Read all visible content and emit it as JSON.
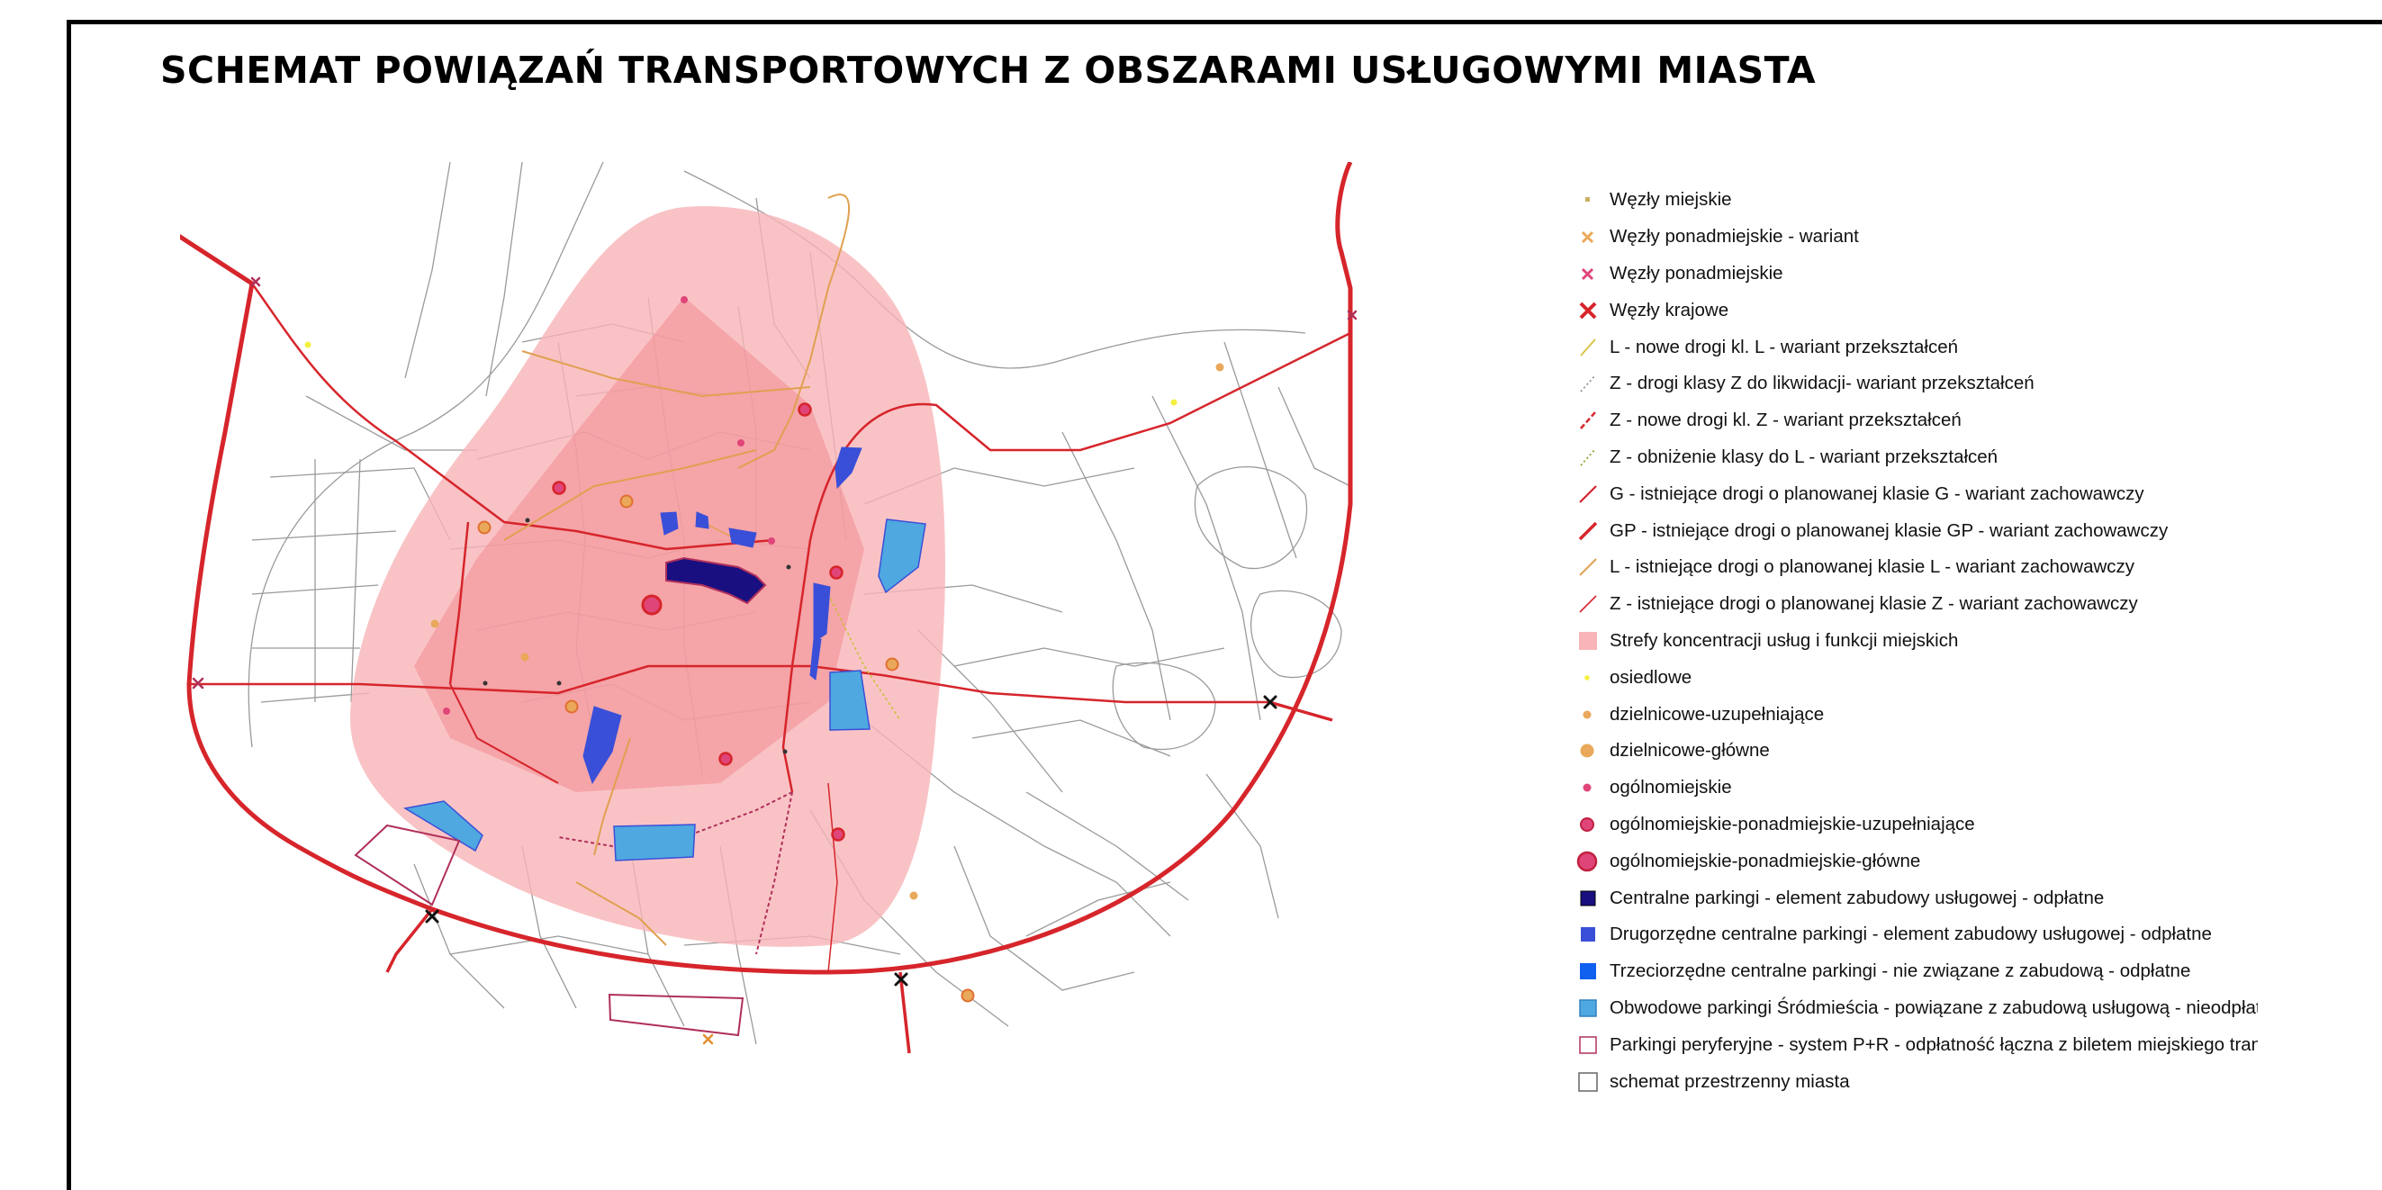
{
  "title": "SCHEMAT POWIĄZAŃ TRANSPORTOWYCH Z OBSZARAMI USŁUGOWYMI MIASTA",
  "colors": {
    "zone": "#f8b4b8",
    "zone_core": "#f28a90",
    "road_red": "#d6252b",
    "road_orange": "#e0a050",
    "node_gold": "#e9a85a",
    "node_pink": "#e0457a",
    "parking_dark": "#1a0f80",
    "parking_blue": "#3a4fd8",
    "parking_cyan": "#4fa8e0",
    "parking_outline": "#b0305a"
  },
  "legend": [
    {
      "symbol": "node-small",
      "label": "Węzły miejskie"
    },
    {
      "symbol": "cross-orange",
      "label": "Węzły ponadmiejskie - wariant"
    },
    {
      "symbol": "cross-pink",
      "label": "Węzły ponadmiejskie"
    },
    {
      "symbol": "cross-red",
      "label": "Węzły krajowe"
    },
    {
      "symbol": "line-yellow",
      "label": "L - nowe drogi kl. L - wariant przekształceń"
    },
    {
      "symbol": "line-dotted-gray",
      "label": "Z - drogi klasy Z do likwidacji- wariant przekształceń"
    },
    {
      "symbol": "line-dashed-red",
      "label": "Z - nowe drogi kl. Z - wariant przekształceń"
    },
    {
      "symbol": "line-dotted-olive",
      "label": "Z - obniżenie klasy do L - wariant przekształceń"
    },
    {
      "symbol": "line-red",
      "label": "G - istniejące drogi o planowanej klasie G - wariant zachowawczy"
    },
    {
      "symbol": "line-red-thick",
      "label": "GP - istniejące drogi o planowanej klasie GP - wariant zachowawczy"
    },
    {
      "symbol": "line-orange",
      "label": "L - istniejące drogi o planowanej klasie L - wariant zachowawczy"
    },
    {
      "symbol": "line-red-thin",
      "label": "Z  - istniejące drogi o planowanej klasie Z - wariant zachowawczy"
    },
    {
      "symbol": "zone",
      "label": "Strefy koncentracji usług i funkcji miejskich"
    },
    {
      "symbol": "dot-yellow",
      "label": "osiedlowe"
    },
    {
      "symbol": "dot-gold-small",
      "label": "dzielnicowe-uzupełniające"
    },
    {
      "symbol": "dot-gold",
      "label": "dzielnicowe-główne"
    },
    {
      "symbol": "dot-pink-small",
      "label": "ogólnomiejskie"
    },
    {
      "symbol": "dot-pink",
      "label": "ogólnomiejskie-ponadmiejskie-uzupełniające"
    },
    {
      "symbol": "dot-pink-large",
      "label": "ogólnomiejskie-ponadmiejskie-główne"
    },
    {
      "symbol": "sq-dark",
      "label": "Centralne parkingi - element zabudowy usługowej - odpłatne"
    },
    {
      "symbol": "sq-blue",
      "label": "Drugorzędne centralne parkingi - element zabudowy usługowej - odpłatne"
    },
    {
      "symbol": "sq-blue-bright",
      "label": "Trzeciorzędne centralne parkingi - nie związane z zabudową - odpłatne"
    },
    {
      "symbol": "sq-cyan",
      "label": "Obwodowe parkingi Śródmieścia - powiązane z zabudową usługową - nieodpłatne"
    },
    {
      "symbol": "sq-outline-pink",
      "label": "Parkingi peryferyjne - system P+R - odpłatność łączna z biletem miejskiego transportu"
    },
    {
      "symbol": "sq-outline-gray",
      "label": "schemat przestrzenny miasta"
    }
  ]
}
